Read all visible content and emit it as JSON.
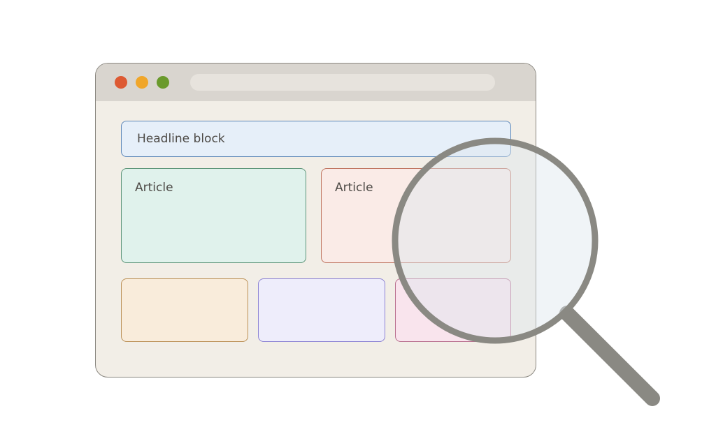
{
  "headline": {
    "label": "Headline block"
  },
  "articles": [
    {
      "label": "Article"
    },
    {
      "label": "Article"
    }
  ],
  "icons": {
    "window_controls": [
      "close-dot",
      "minimize-dot",
      "maximize-dot"
    ],
    "tool": "magnifying-glass-icon"
  },
  "colors": {
    "close_dot": "#dd5a33",
    "minimize_dot": "#f0a62a",
    "maximize_dot": "#6a9a2c",
    "window_bg": "#f2eee7",
    "titlebar_bg": "#d9d5cf",
    "headline_fill": "#e6eff9",
    "headline_border": "#5d87b8",
    "article_left_fill": "#e0f2ec",
    "article_left_border": "#5c9478",
    "article_right_fill": "#faebe7",
    "article_right_border": "#bf7460",
    "card_orange_fill": "#f9ecdb",
    "card_purple_fill": "#eeedfb",
    "card_pink_fill": "#f9e4ed",
    "magnifier_rim": "#8a8983"
  }
}
